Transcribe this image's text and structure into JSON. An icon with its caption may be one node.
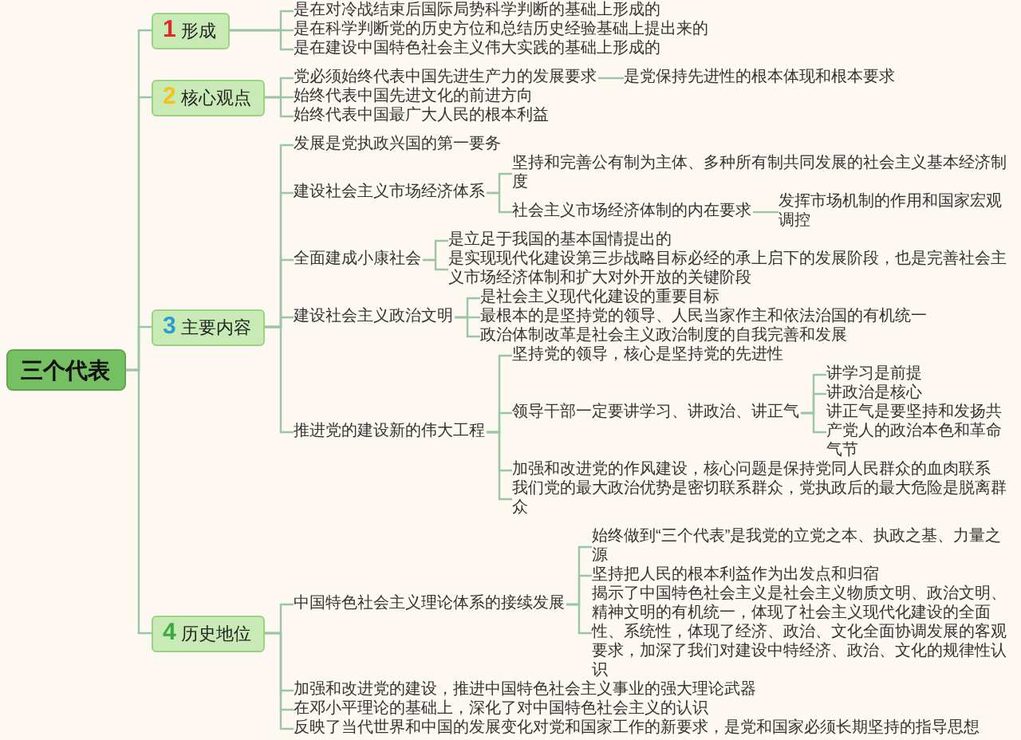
{
  "diagram": {
    "nodes": [
      {
        "text": [
          "三个代表"
        ]
      },
      {
        "text": [
          "1",
          "形成"
        ]
      },
      {
        "text": [
          "是在对冷战结束后国际局势科学判断的基础上形成的"
        ]
      },
      {
        "text": [
          "是在科学判断党的历史方位和总结历史经验基础上提出来的"
        ]
      },
      {
        "text": [
          "是在建设中国特色社会主义伟大实践的基础上形成的"
        ]
      },
      {
        "text": [
          "2",
          "核心观点"
        ]
      },
      {
        "text": [
          "党必须始终代表中国先进生产力的发展要求"
        ]
      },
      {
        "text": [
          "是党保持先进性的根本体现和根本要求"
        ]
      },
      {
        "text": [
          "始终代表中国先进文化的前进方向"
        ]
      },
      {
        "text": [
          "始终代表中国最广大人民的根本利益"
        ]
      },
      {
        "text": [
          "3",
          "主要内容"
        ]
      },
      {
        "text": [
          "发展是党执政兴国的第一要务"
        ]
      },
      {
        "text": [
          "建设社会主义市场经济体系"
        ]
      },
      {
        "text": [
          "坚持和完善公有制为主体、多种所有制共同发展的社会主义基本经济制度"
        ]
      },
      {
        "text": [
          "社会主义市场经济体制的内在要求"
        ]
      },
      {
        "text": [
          "发挥市场机制的作用和国家宏观调控"
        ]
      },
      {
        "text": [
          "全面建成小康社会"
        ]
      },
      {
        "text": [
          "是立足于我国的基本国情提出的"
        ]
      },
      {
        "text": [
          "是实现现代化建设第三步战略目标必经的承上启下的发展阶段，也是完善社会主义市场经济体制和扩大对外开放的关键阶段"
        ]
      },
      {
        "text": [
          "建设社会主义政治文明"
        ]
      },
      {
        "text": [
          "是社会主义现代化建设的重要目标"
        ]
      },
      {
        "text": [
          "最根本的是坚持党的领导、人民当家作主和依法治国的有机统一"
        ]
      },
      {
        "text": [
          "政治体制改革是社会主义政治制度的自我完善和发展"
        ]
      },
      {
        "text": [
          "推进党的建设新的伟大工程"
        ]
      },
      {
        "text": [
          "坚持党的领导，核心是坚持党的先进性"
        ]
      },
      {
        "text": [
          "领导干部一定要讲学习、讲政治、讲正气"
        ]
      },
      {
        "text": [
          "讲学习是前提"
        ]
      },
      {
        "text": [
          "讲政治是核心"
        ]
      },
      {
        "text": [
          "讲正气是要坚持和发扬共产党人的政治本色和革命气节"
        ]
      },
      {
        "text": [
          "加强和改进党的作风建设，核心问题是保持党同人民群众的血肉联系"
        ]
      },
      {
        "text": [
          "我们党的最大政治优势是密切联系群众，党执政后的最大危险是脱离群众"
        ]
      },
      {
        "text": [
          "4",
          "历史地位"
        ]
      },
      {
        "text": [
          "中国特色社会主义理论体系的接续发展"
        ]
      },
      {
        "text": [
          "始终做到“三个代表”是我党的立党之本、执政之基、力量之源"
        ]
      },
      {
        "text": [
          "坚持把人民的根本利益作为出发点和归宿"
        ]
      },
      {
        "text": [
          "揭示了中国特色社会主义是社会主义物质文明、政治文明、精神文明的有机统一，体现了社会主义现代化建设的全面性、系统性，体现了经济、政治、文化全面协调发展的客观要求，加深了我们对建设中特经济、政治、文化的规律性认识"
        ]
      },
      {
        "text": [
          "加强和改进党的建设，推进中国特色社会主义事业的强大理论武器"
        ]
      },
      {
        "text": [
          "在邓小平理论的基础上，深化了对中国特色社会主义的认识"
        ]
      },
      {
        "text": [
          "反映了当代世界和中国的发展变化对党和国家工作的新要求，是党和国家必须长期坚持的指导思想"
        ]
      }
    ],
    "edges": [
      {
        "from": 0,
        "to": 1,
        "arrow": "none"
      },
      {
        "from": 1,
        "to": 2,
        "arrow": "none"
      },
      {
        "from": 1,
        "to": 3,
        "arrow": "none"
      },
      {
        "from": 1,
        "to": 4,
        "arrow": "none"
      },
      {
        "from": 0,
        "to": 5,
        "arrow": "none"
      },
      {
        "from": 5,
        "to": 6,
        "arrow": "none"
      },
      {
        "from": 6,
        "to": 7,
        "arrow": "none"
      },
      {
        "from": 5,
        "to": 8,
        "arrow": "none"
      },
      {
        "from": 5,
        "to": 9,
        "arrow": "none"
      },
      {
        "from": 0,
        "to": 10,
        "arrow": "none"
      },
      {
        "from": 10,
        "to": 11,
        "arrow": "none"
      },
      {
        "from": 10,
        "to": 12,
        "arrow": "none"
      },
      {
        "from": 12,
        "to": 13,
        "arrow": "none"
      },
      {
        "from": 12,
        "to": 14,
        "arrow": "none"
      },
      {
        "from": 14,
        "to": 15,
        "arrow": "none"
      },
      {
        "from": 10,
        "to": 16,
        "arrow": "none"
      },
      {
        "from": 16,
        "to": 17,
        "arrow": "none"
      },
      {
        "from": 16,
        "to": 18,
        "arrow": "none"
      },
      {
        "from": 10,
        "to": 19,
        "arrow": "none"
      },
      {
        "from": 19,
        "to": 20,
        "arrow": "none"
      },
      {
        "from": 19,
        "to": 21,
        "arrow": "none"
      },
      {
        "from": 19,
        "to": 22,
        "arrow": "none"
      },
      {
        "from": 10,
        "to": 23,
        "arrow": "none"
      },
      {
        "from": 23,
        "to": 24,
        "arrow": "none"
      },
      {
        "from": 23,
        "to": 25,
        "arrow": "none"
      },
      {
        "from": 25,
        "to": 26,
        "arrow": "none"
      },
      {
        "from": 25,
        "to": 27,
        "arrow": "none"
      },
      {
        "from": 25,
        "to": 28,
        "arrow": "none"
      },
      {
        "from": 23,
        "to": 29,
        "arrow": "none"
      },
      {
        "from": 23,
        "to": 30,
        "arrow": "none"
      },
      {
        "from": 0,
        "to": 31,
        "arrow": "none"
      },
      {
        "from": 31,
        "to": 32,
        "arrow": "none"
      },
      {
        "from": 32,
        "to": 33,
        "arrow": "none"
      },
      {
        "from": 32,
        "to": 34,
        "arrow": "none"
      },
      {
        "from": 32,
        "to": 35,
        "arrow": "none"
      },
      {
        "from": 31,
        "to": 36,
        "arrow": "none"
      },
      {
        "from": 31,
        "to": 37,
        "arrow": "none"
      },
      {
        "from": 31,
        "to": 38,
        "arrow": "none"
      }
    ]
  }
}
